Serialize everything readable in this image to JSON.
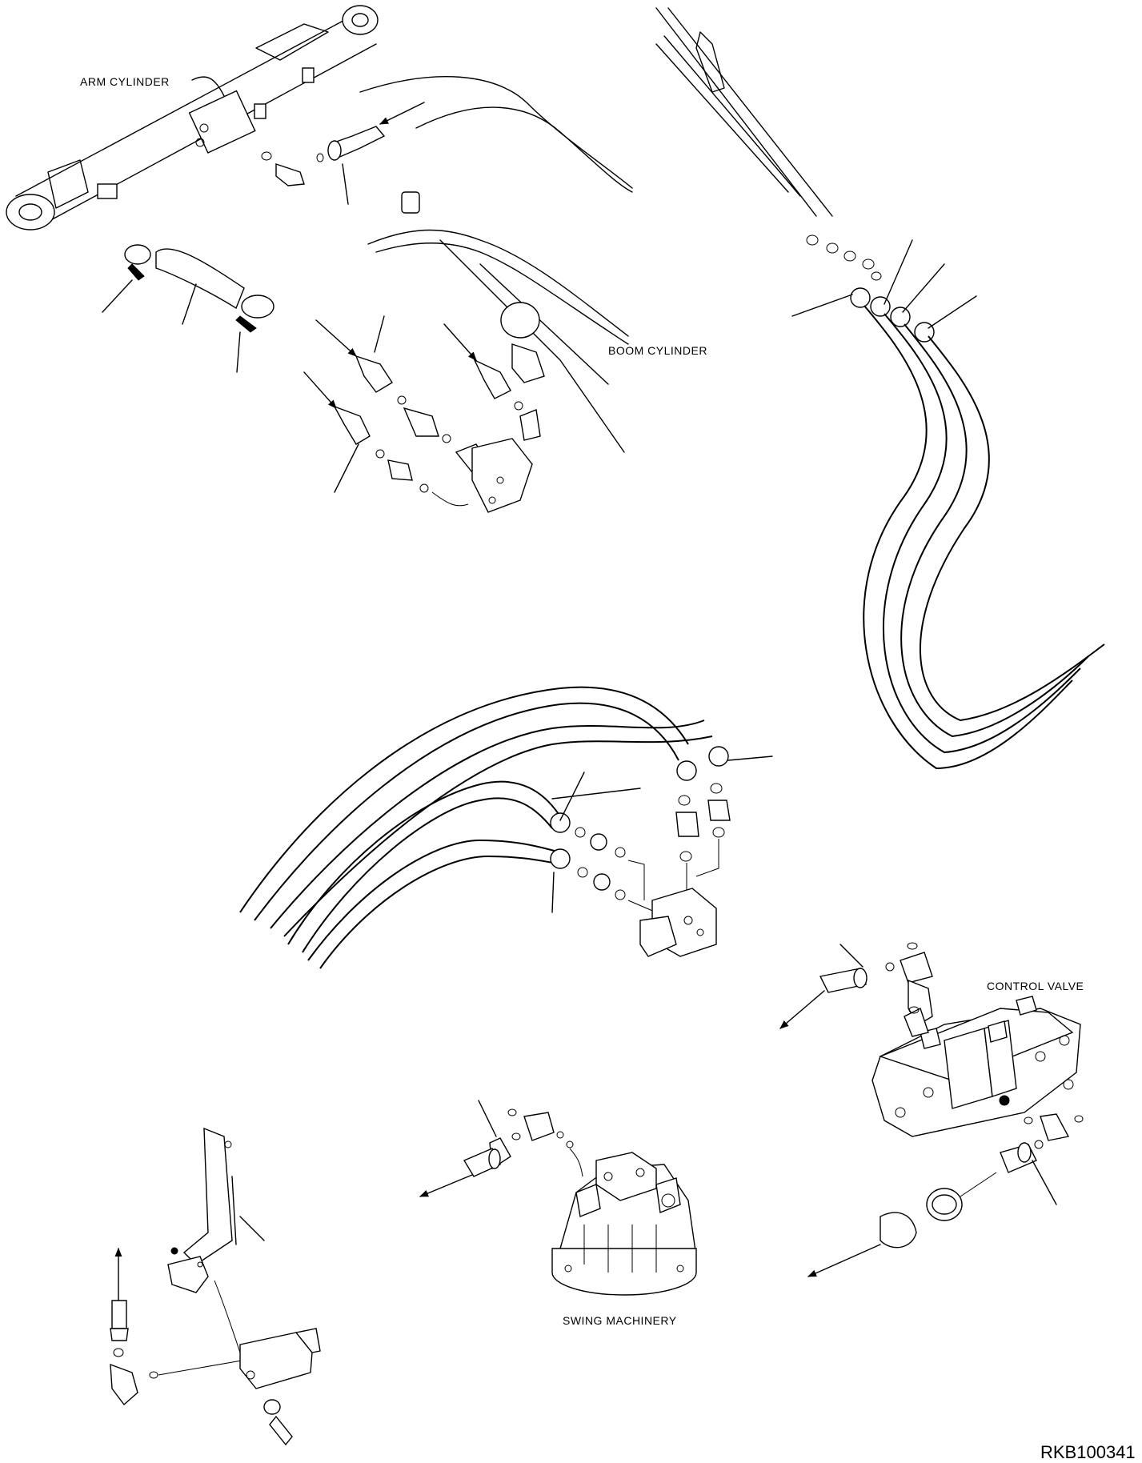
{
  "labels": {
    "arm_cylinder": "ARM CYLINDER",
    "boom_cylinder": "BOOM CYLINDER",
    "control_valve": "CONTROL VALVE",
    "swing_machinery": "SWING MACHINERY"
  },
  "drawing_code": "RKB100341"
}
